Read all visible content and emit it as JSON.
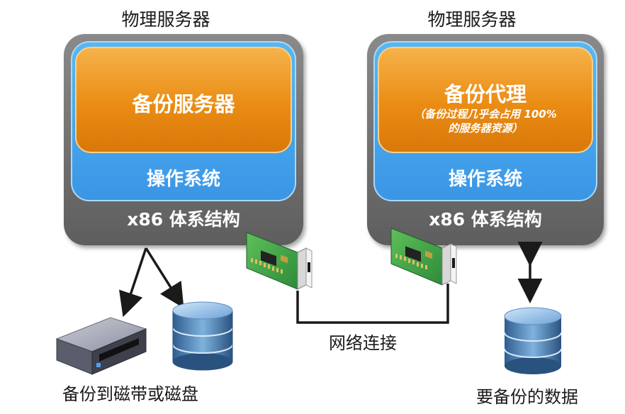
{
  "left_server": {
    "title": "物理服务器",
    "app_label": "备份服务器",
    "os_label": "操作系统",
    "arch_label": "x86 体系结构"
  },
  "right_server": {
    "title": "物理服务器",
    "app_label": "备份代理",
    "app_note_line1": "（备份过程几乎会占用 100%",
    "app_note_line2": "的服务器资源）",
    "os_label": "操作系统",
    "arch_label": "x86 体系结构"
  },
  "network_label": "网络连接",
  "left_caption": "备份到磁带或磁盘",
  "right_caption": "要备份的数据",
  "colors": {
    "app_orange": "#ea8c14",
    "os_blue": "#3a96e6",
    "arch_gray": "#6e6e6e",
    "nic_green": "#2e8b3a"
  }
}
